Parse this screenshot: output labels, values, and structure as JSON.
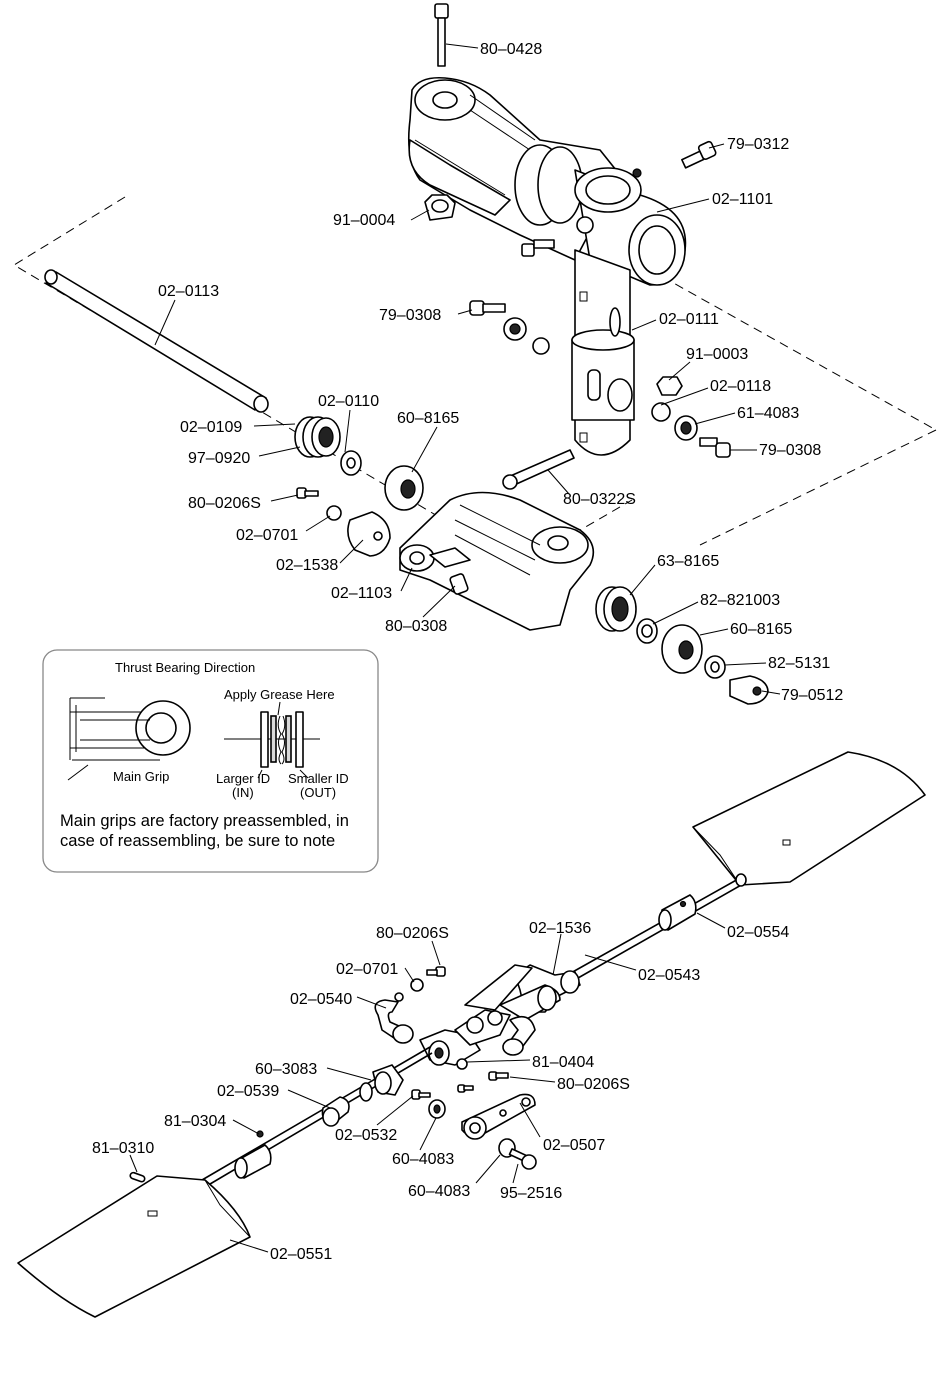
{
  "parts": {
    "p80_0428": "80–0428",
    "p79_0312": "79–0312",
    "p02_1101": "02–1101",
    "p91_0004": "91–0004",
    "p02_0113": "02–0113",
    "p79_0308a": "79–0308",
    "p02_0111": "02–0111",
    "p91_0003": "91–0003",
    "p02_0118": "02–0118",
    "p61_4083": "61–4083",
    "p79_0308b": "79–0308",
    "p02_0110": "02–0110",
    "p60_8165a": "60–8165",
    "p02_0109": "02–0109",
    "p97_0920": "97–0920",
    "p80_0322S": "80–0322S",
    "p80_0206Sa": "80–0206S",
    "p02_0701a": "02–0701",
    "p02_1538": "02–1538",
    "p02_1103": "02–1103",
    "p80_0308": "80–0308",
    "p63_8165": "63–8165",
    "p82_821003": "82–821003",
    "p60_8165b": "60–8165",
    "p82_5131": "82–5131",
    "p79_0512": "79–0512",
    "p02_0554": "02–0554",
    "p02_1536": "02–1536",
    "p80_0206Sb": "80–0206S",
    "p02_0543": "02–0543",
    "p02_0701b": "02–0701",
    "p02_0540": "02–0540",
    "p81_0404": "81–0404",
    "p60_3083": "60–3083",
    "p80_0206Sc": "80–0206S",
    "p02_0539": "02–0539",
    "p81_0304": "81–0304",
    "p02_0532": "02–0532",
    "p02_0507": "02–0507",
    "p60_4083a": "60–4083",
    "p81_0310": "81–0310",
    "p60_4083b": "60–4083",
    "p95_2516": "95–2516",
    "p02_0551": "02–0551"
  },
  "inset": {
    "title": "Thrust Bearing Direction",
    "grease": "Apply Grease Here",
    "main_grip": "Main Grip",
    "larger_id": "Larger ID",
    "larger_id_sub": "(IN)",
    "smaller_id": "Smaller ID",
    "smaller_id_sub": "(OUT)",
    "note_line1": "Main grips are factory preassembled, in",
    "note_line2": "case of reassembling, be sure to note"
  }
}
